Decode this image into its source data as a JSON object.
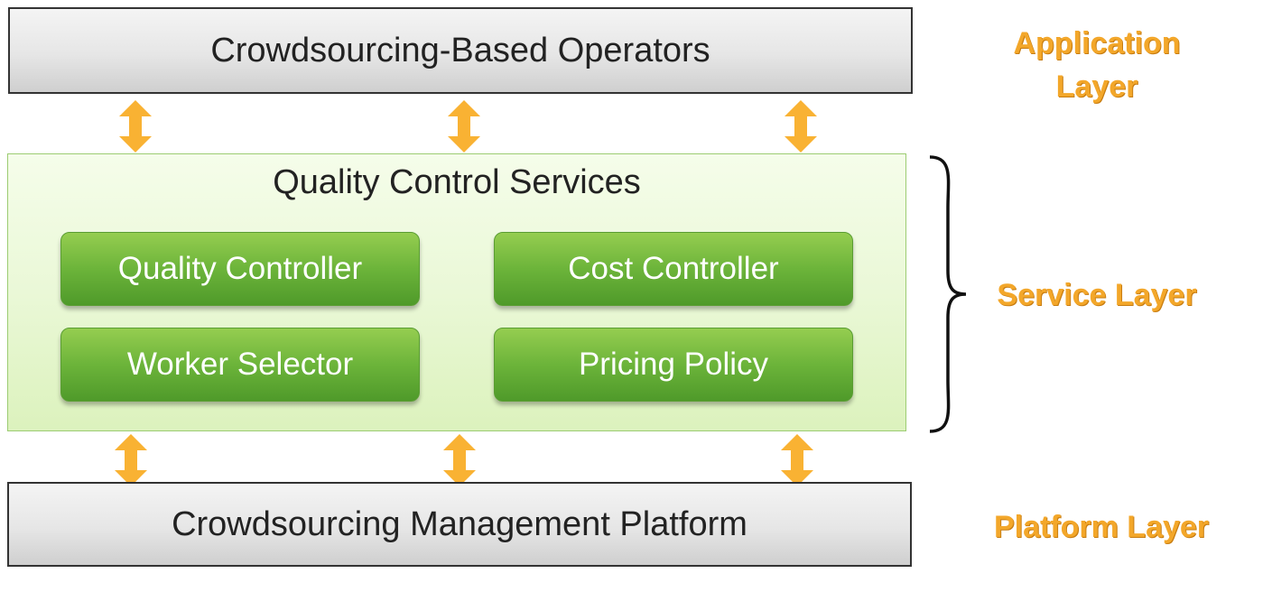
{
  "application_layer": {
    "box_label": "Crowdsourcing-Based Operators",
    "layer_label_line1": "Application",
    "layer_label_line2": "Layer"
  },
  "service_layer": {
    "panel_title": "Quality Control Services",
    "components": [
      "Quality Controller",
      "Cost Controller",
      "Worker Selector",
      "Pricing Policy"
    ],
    "layer_label": "Service Layer"
  },
  "platform_layer": {
    "box_label": "Crowdsourcing Management Platform",
    "layer_label": "Platform Layer"
  },
  "colors": {
    "arrow": "#f9b233",
    "component_green": "#6cb43a",
    "panel_green": "#eaf8d7",
    "layer_label_orange": "#f3a72a",
    "box_gray": "#e6e6e6"
  }
}
